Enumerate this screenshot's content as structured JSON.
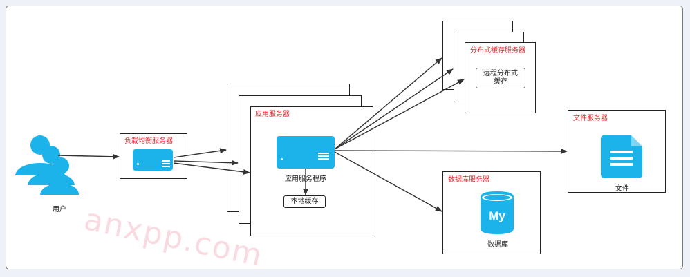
{
  "user": {
    "label": "用户"
  },
  "load_balancer": {
    "title": "负载均衡服务器"
  },
  "app_server": {
    "title": "应用服务器",
    "program_label": "应用服务程序",
    "local_cache_label": "本地缓存"
  },
  "distributed_cache": {
    "title": "分布式缓存服务器",
    "remote_cache_label": "远程分布式\n缓存"
  },
  "file_server": {
    "title": "文件服务器",
    "file_label": "文件"
  },
  "db_server": {
    "title": "数据库服务器",
    "db_label": "数据库",
    "db_icon_text": "My"
  },
  "watermark": "anxpp.com",
  "colors": {
    "accent_blue": "#1bb3ea",
    "title_red": "#e8232b",
    "line": "#333333"
  }
}
